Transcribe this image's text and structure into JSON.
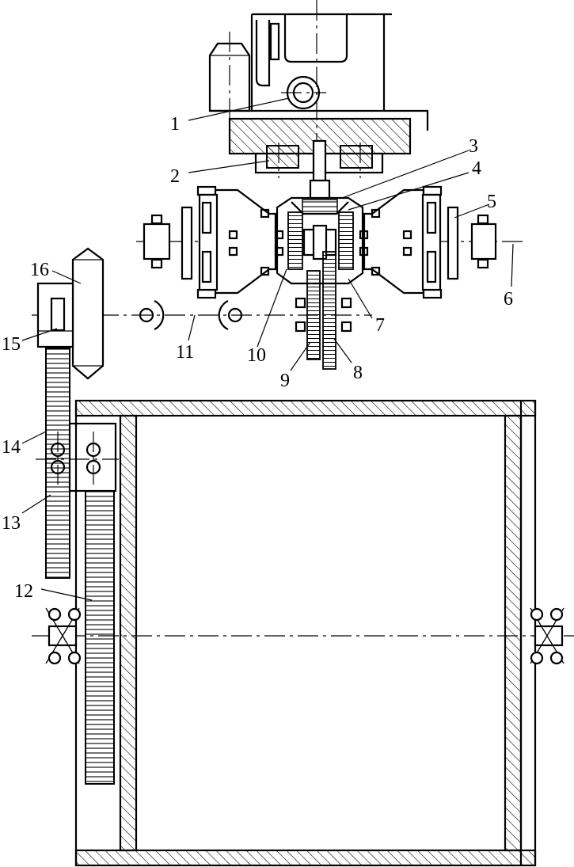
{
  "labels": {
    "l1": "1",
    "l2": "2",
    "l3": "3",
    "l4": "4",
    "l5": "5",
    "l6": "6",
    "l7": "7",
    "l8": "8",
    "l9": "9",
    "l10": "10",
    "l11": "11",
    "l12": "12",
    "l13": "13",
    "l14": "14",
    "l15": "15",
    "l16": "16"
  },
  "colors": {
    "ink": "#000000",
    "paper": "#ffffff"
  }
}
